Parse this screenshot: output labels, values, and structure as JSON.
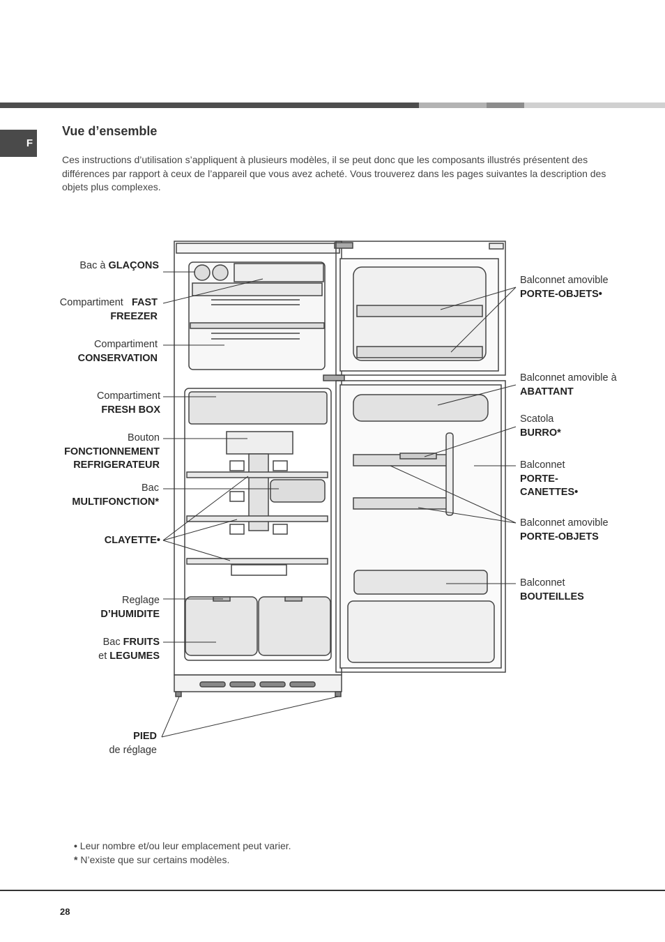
{
  "header": {
    "lang_tab": "F"
  },
  "section": {
    "title": "Vue d’ensemble",
    "intro": "Ces instructions d’utilisation s’appliquent à plusieurs modèles, il se peut donc que les composants illustrés présentent des différences par rapport à ceux de l’appareil que vous avez acheté. Vous trouverez dans les pages suivantes la description des objets plus complexes."
  },
  "labels_left": {
    "ice_a": "Bac à ",
    "ice_b": "GLAÇONS",
    "ff_a": "Compartiment",
    "ff_b": "FAST",
    "ff_c": "FREEZER",
    "cons_a": "Compartiment",
    "cons_b": "CONSERVATION",
    "fresh_a": "Compartiment",
    "fresh_b": "FRESH BOX",
    "btn_a": "Bouton",
    "btn_b": "FONCTIONNEMENT",
    "btn_c": "REFRIGERATEUR",
    "multi_a": "Bac",
    "multi_b": "MULTIFONCTION",
    "multi_mark": "*",
    "clay_a": "CLAYETTE",
    "clay_mark": "•",
    "hum_a": "Reglage",
    "hum_b": "D’HUMIDITE",
    "fruit_a": "Bac ",
    "fruit_b": "FRUITS",
    "fruit_c": "et ",
    "fruit_d": "LEGUMES",
    "pied_a": "PIED",
    "pied_b": "de réglage"
  },
  "labels_right": {
    "po1_a": "Balconnet amovible",
    "po1_b": "PORTE-OBJETS",
    "po1_mark": "•",
    "ab_a": "Balconnet amovible à",
    "ab_b": "ABATTANT",
    "bu_a": "Scatola",
    "bu_b": "BURRO",
    "bu_mark": "*",
    "ca_a": "Balconnet",
    "ca_b": "PORTE-",
    "ca_c": "CANETTES",
    "ca_mark": "•",
    "po2_a": "Balconnet amovible",
    "po2_b": "PORTE-OBJETS",
    "bo_a": "Balconnet",
    "bo_b": "BOUTEILLES"
  },
  "footnotes": {
    "dot_mark": "•",
    "dot_text": "Leur nombre et/ou leur emplacement peut varier.",
    "star_mark": "*",
    "star_text": "N’existe que sur certains modèles."
  },
  "footer": {
    "page_number": "28"
  }
}
